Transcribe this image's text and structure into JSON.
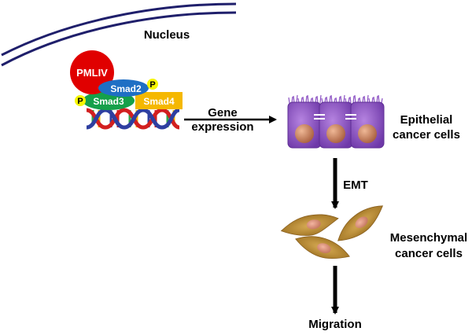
{
  "labels": {
    "nucleus": "Nucleus",
    "gene_line1": "Gene",
    "gene_line2": "expression",
    "epithelial_line1": "Epithelial",
    "epithelial_line2": "cancer cells",
    "emt": "EMT",
    "mesenchymal_line1": "Mesenchymal",
    "mesenchymal_line2": "cancer cells",
    "migration": "Migration"
  },
  "complex": {
    "pmliv": "PMLIV",
    "smad2": "Smad2",
    "smad3": "Smad3",
    "smad4": "Smad4",
    "phospho_left": "P",
    "phospho_right": "P"
  },
  "colors": {
    "nucleus_membrane": "#1f1f6b",
    "pmliv": "#e00000",
    "smad2": "#1f6fc4",
    "smad3": "#15a04a",
    "smad4": "#f5b800",
    "phospho": "#f5f500",
    "dna_red": "#d21f1f",
    "dna_blue": "#2e3fa0",
    "dna_green": "#2fa84a",
    "epithelial_cell": "#8a4fc2",
    "nucleus_cell": "#c88060",
    "mesenchymal_cell": "#b88a2e",
    "arrow": "#000000"
  }
}
